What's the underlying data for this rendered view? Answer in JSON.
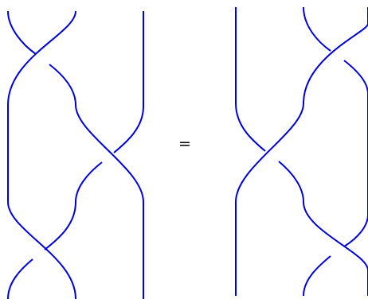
{
  "diagram": {
    "relation_symbol": "=",
    "strand_color": "#0000dd",
    "background_color": "#ffffff",
    "left_braid": {
      "strand_count": 3,
      "crossings": [
        {
          "positions": "1-2"
        },
        {
          "positions": "2-3"
        },
        {
          "positions": "1-2"
        }
      ]
    },
    "right_braid": {
      "strand_count": 3,
      "crossings": [
        {
          "positions": "2-3"
        },
        {
          "positions": "1-2"
        },
        {
          "positions": "2-3"
        }
      ]
    }
  }
}
